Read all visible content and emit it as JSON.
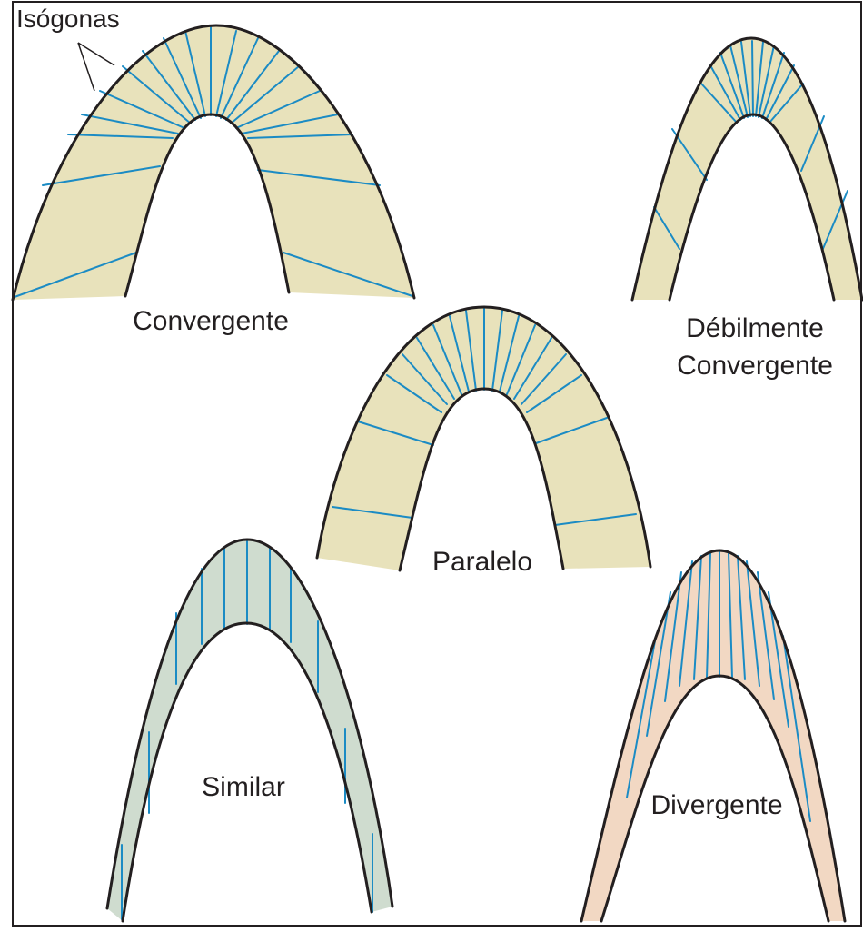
{
  "labels": {
    "isogonas": "Isógonas",
    "convergente": "Convergente",
    "debil_line1": "Débilmente",
    "debil_line2": "Convergente",
    "paralelo": "Paralelo",
    "similar": "Similar",
    "divergente": "Divergente"
  },
  "colors": {
    "fill_convergente": "#e8e2bb",
    "fill_debil": "#e8e2bb",
    "fill_paralelo": "#e8e2bb",
    "fill_similar": "#cfdccf",
    "fill_divergente": "#f2d8c3",
    "isogon_line": "#1b8bc4",
    "outline": "#231f20"
  }
}
